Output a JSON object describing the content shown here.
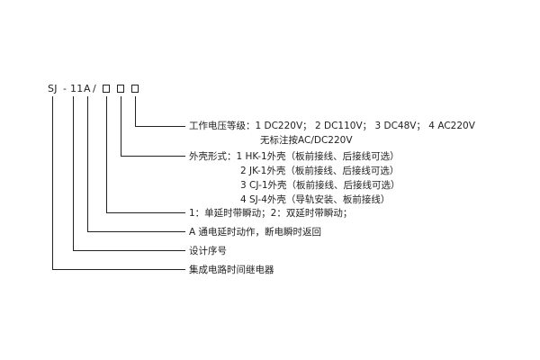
{
  "code": {
    "prefix": "SJ",
    "dash": "-",
    "number": "11",
    "letter": "A",
    "slash": "/"
  },
  "items": {
    "voltage_line1": "工作电压等级：1 DC220V；  2 DC110V；  3 DC48V；  4 AC220V",
    "voltage_line2": "无标注按AC/DC220V",
    "shape_line1": "外壳形式：1    HK-1外壳（板前接线、后接线可选）",
    "shape_line2": "2   JK-1外壳（板前接线、后接线可选）",
    "shape_line3": "3   CJ-1外壳（板前接线、后接线可选）",
    "shape_line4": "4   SJ-4外壳（导轨安装、板前接线）",
    "delay": "1：单延时带瞬动；2：双延时带瞬动；",
    "mode": "A   通电延时动作，断电瞬时返回",
    "serial": "设计序号",
    "product": "集成电路时间继电器"
  }
}
